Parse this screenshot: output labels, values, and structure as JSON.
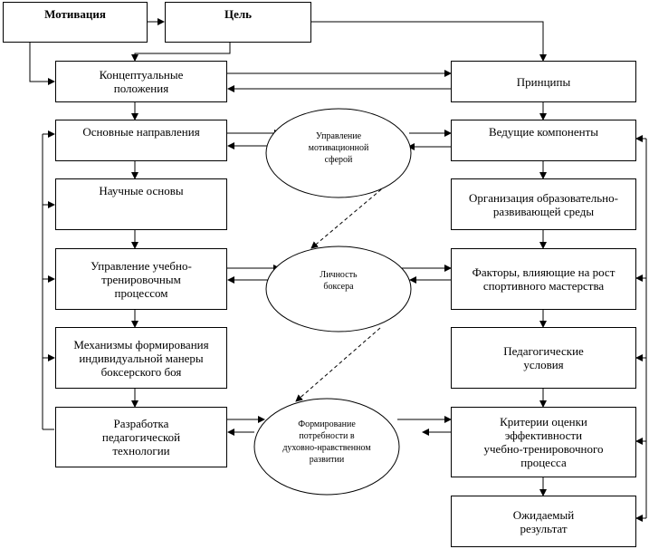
{
  "boxes": {
    "motivation": "Мотивация",
    "goal": "Цель",
    "conceptual": "Концептуальные\nположения",
    "principles": "Принципы",
    "directions": "Основные направления",
    "components": "Ведущие компоненты",
    "scientific": "Научные основы",
    "environment": "Организация образовательно-\nразвивающей среды",
    "management": "Управление учебно-\nтренировочным\nпроцессом",
    "factors": "Факторы, влияющие на рост\nспортивного мастерства",
    "mechanisms": "Механизмы формирования\nиндивидуальной манеры\nбоксерского боя",
    "conditions": "Педагогические\nусловия",
    "development": "Разработка\nпедагогической\nтехнологии",
    "criteria": "Критерии оценки\nэффективности\nучебно-тренировочного\nпроцесса",
    "result": "Ожидаемый\nрезультат"
  },
  "ellipses": {
    "motivational_sphere": "Управление\nмотивационной\nсферой",
    "personality": "Личность\nбоксера",
    "needs": "Формирование\nпотребности в\nдуховно-нравственном\nразвитии"
  }
}
